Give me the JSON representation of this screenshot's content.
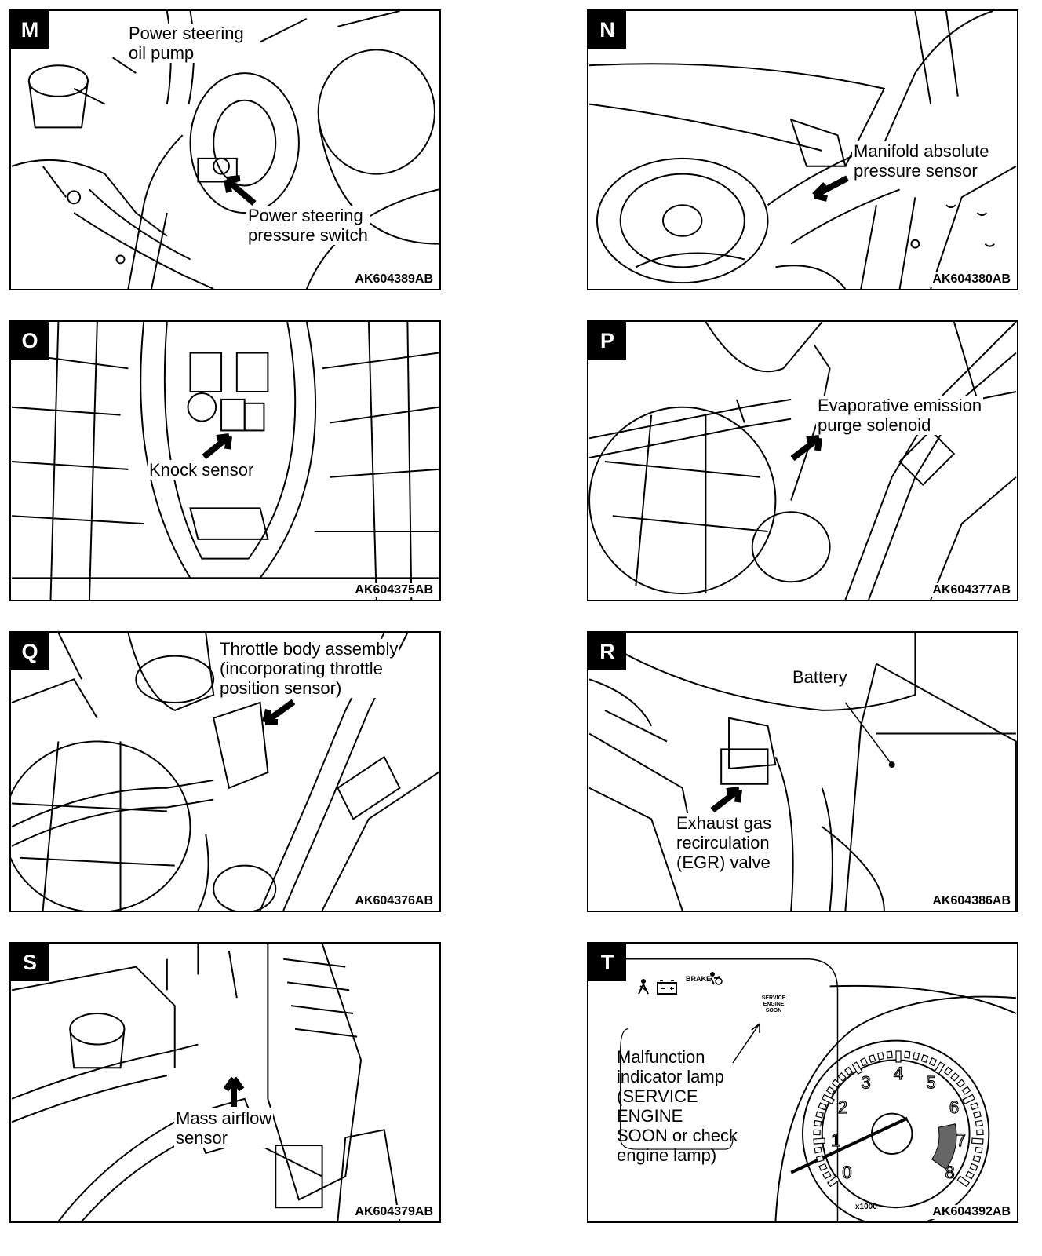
{
  "panels": [
    {
      "letter": "M",
      "code": "AK604389AB",
      "labels": [
        [
          "Power steering",
          "oil pump"
        ],
        [
          "Power steering",
          "pressure switch"
        ]
      ]
    },
    {
      "letter": "N",
      "code": "AK604380AB",
      "labels": [
        [
          "Manifold absolute",
          "pressure sensor"
        ]
      ]
    },
    {
      "letter": "O",
      "code": "AK604375AB",
      "labels": [
        [
          "Knock sensor"
        ]
      ]
    },
    {
      "letter": "P",
      "code": "AK604377AB",
      "labels": [
        [
          "Evaporative emission",
          "purge solenoid"
        ]
      ]
    },
    {
      "letter": "Q",
      "code": "AK604376AB",
      "labels": [
        [
          "Throttle body assembly",
          "(incorporating throttle",
          "position sensor)"
        ]
      ]
    },
    {
      "letter": "R",
      "code": "AK604386AB",
      "labels": [
        [
          "Battery"
        ],
        [
          "Exhaust gas",
          "recirculation",
          "(EGR) valve"
        ]
      ]
    },
    {
      "letter": "S",
      "code": "AK604379AB",
      "labels": [
        [
          "Mass airflow",
          "sensor"
        ]
      ]
    },
    {
      "letter": "T",
      "code": "AK604392AB",
      "labels": [
        [
          "Malfunction",
          "indicator lamp",
          "(SERVICE",
          "ENGINE",
          "SOON or check",
          "engine lamp)"
        ]
      ],
      "gauge": {
        "numbers": [
          "0",
          "1",
          "2",
          "3",
          "4",
          "5",
          "6",
          "7",
          "8"
        ],
        "unit": "x1000",
        "indicators": [
          "BRAKE",
          "SERVICE ENGINE SOON"
        ]
      }
    }
  ]
}
